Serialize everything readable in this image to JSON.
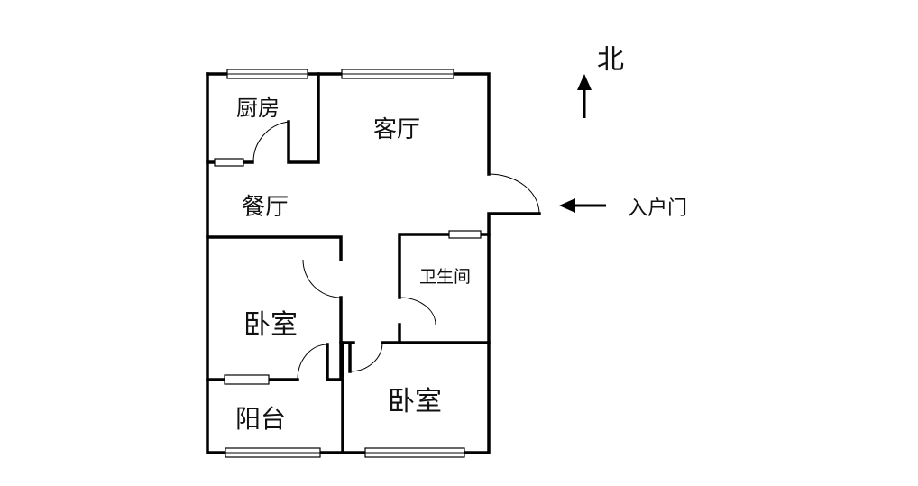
{
  "rooms": {
    "kitchen": "厨房",
    "living_room": "客厅",
    "dining_room": "餐厅",
    "bathroom": "卫生间",
    "bedroom_1": "卧室",
    "balcony": "阳台",
    "bedroom_2": "卧室"
  },
  "compass": {
    "label": "北"
  },
  "entrance": {
    "label": "入户门"
  }
}
